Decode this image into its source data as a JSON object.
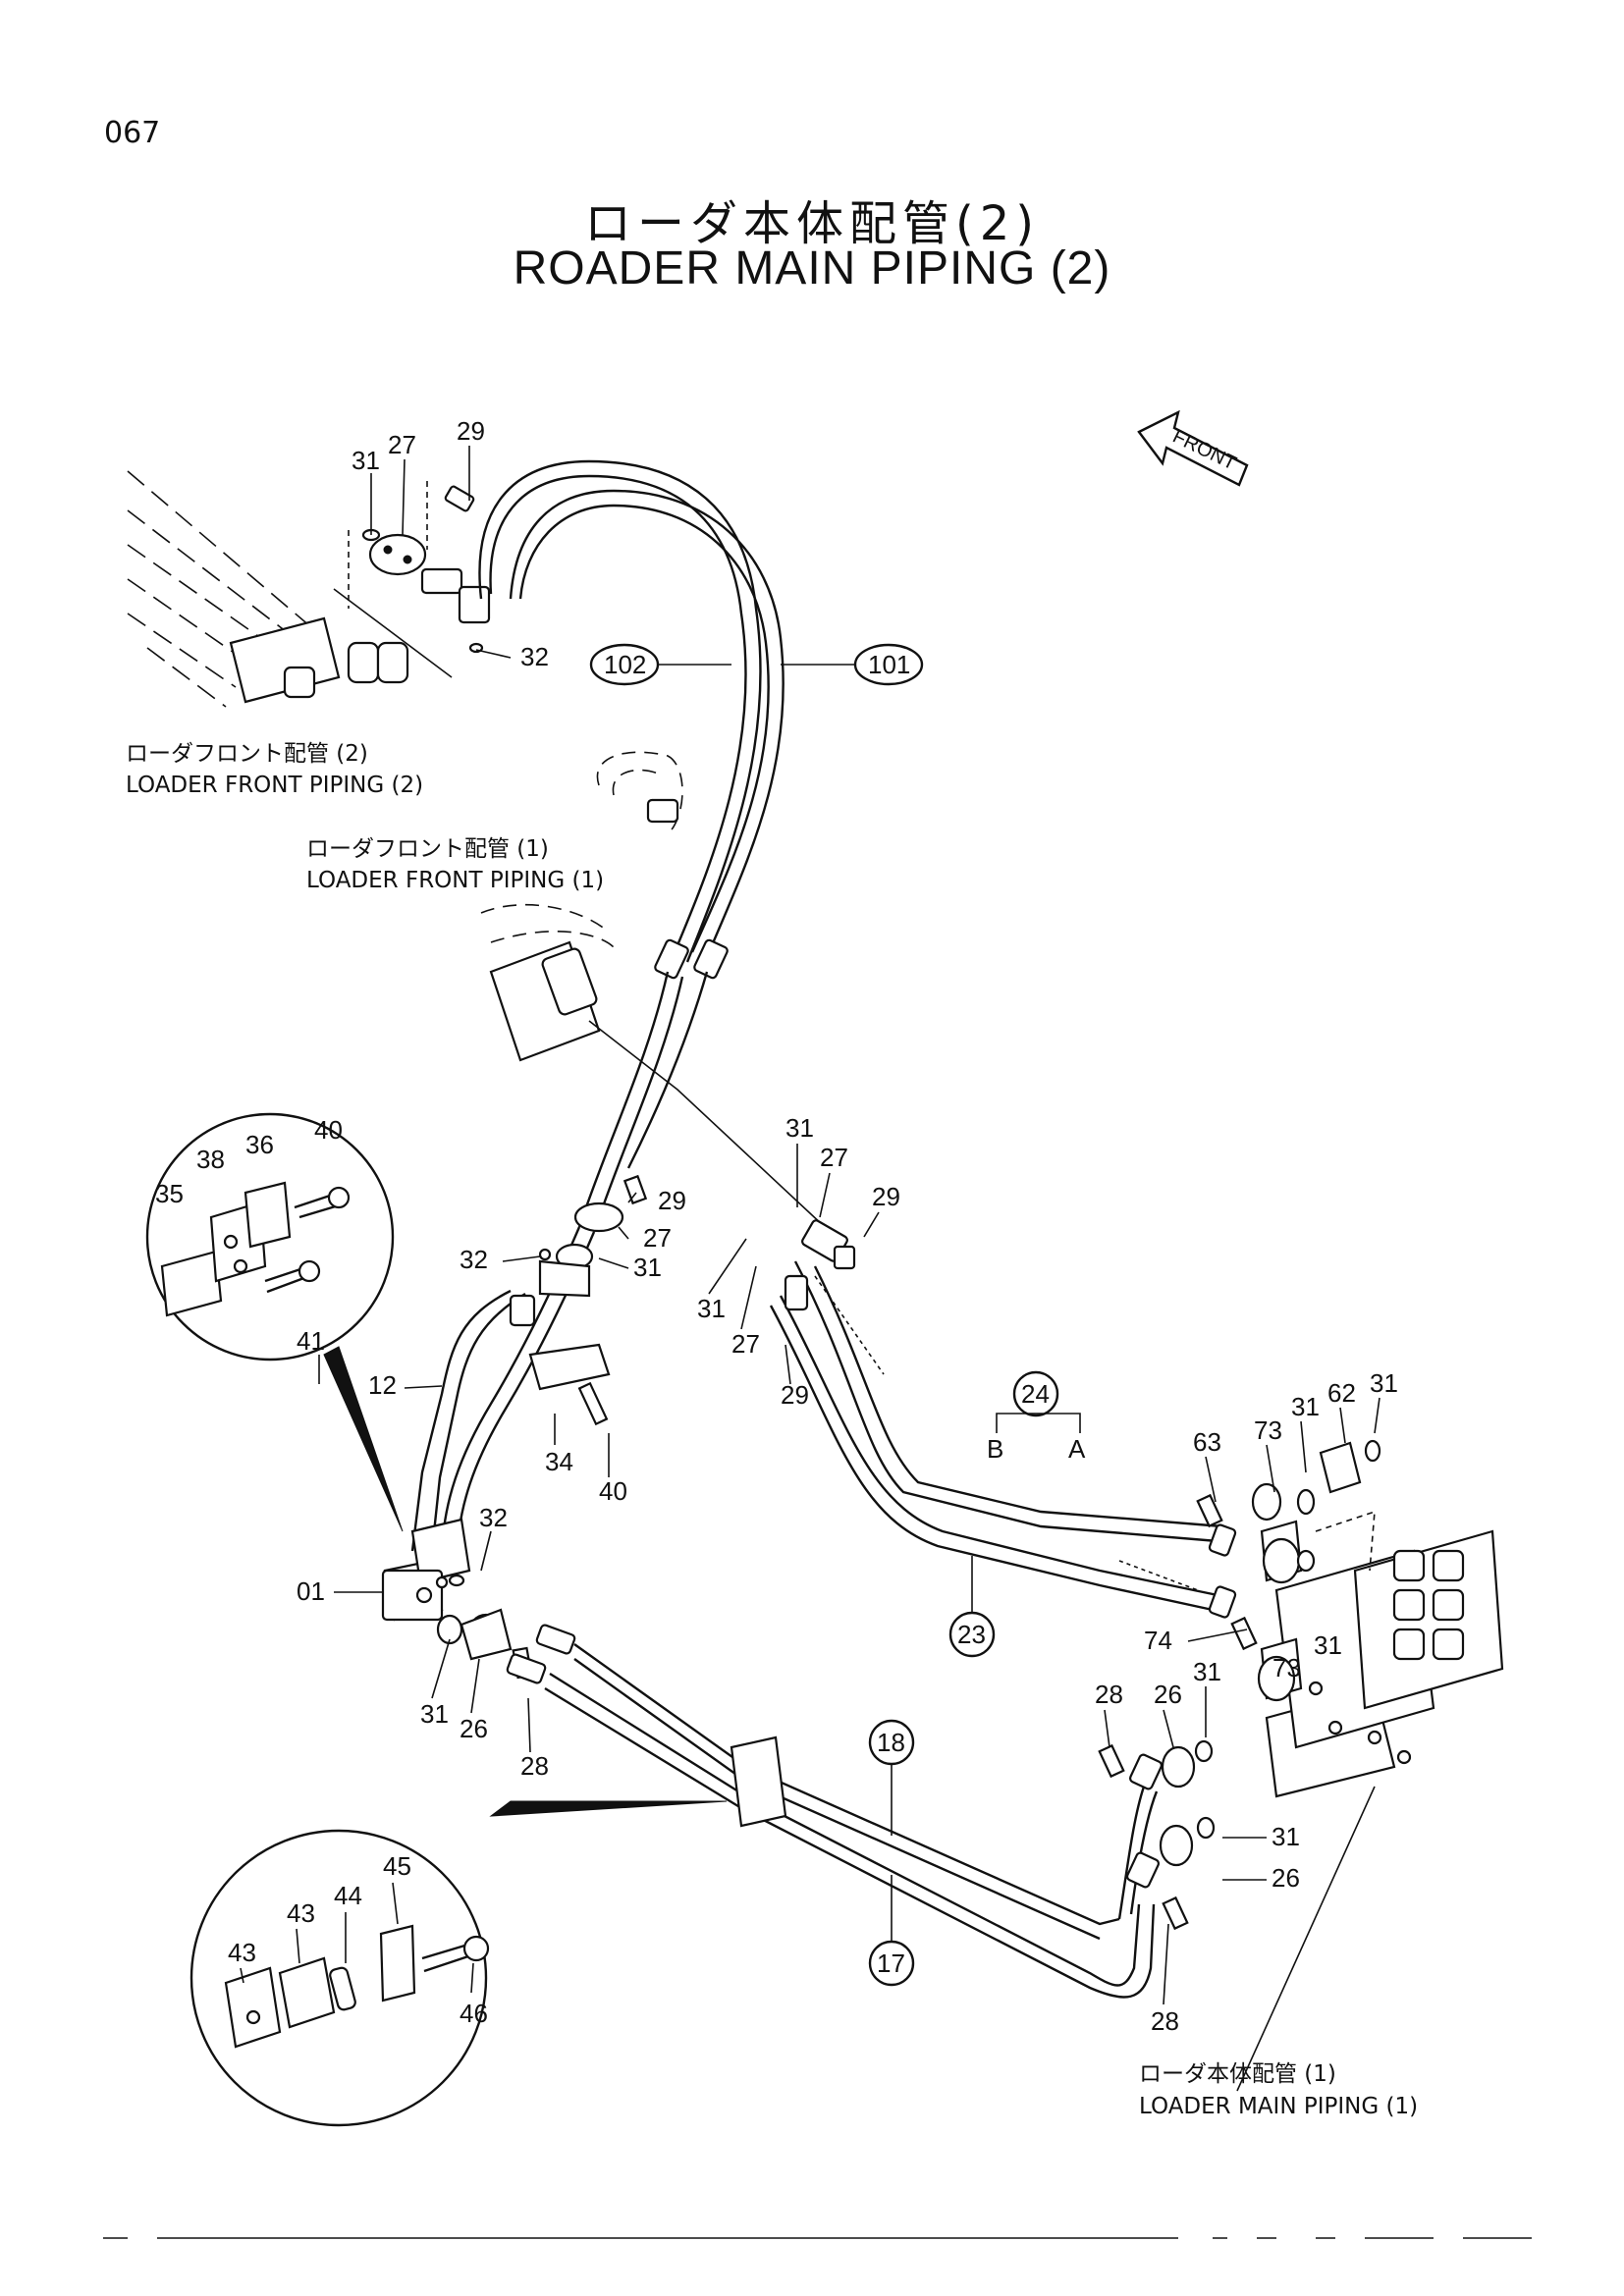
{
  "page_number": "067",
  "title_jp": "ローダ本体配管(2)",
  "title_en": "ROADER MAIN PIPING (2)",
  "front_marker": "FRONT",
  "callouts_plain": [
    {
      "id": "c31a",
      "text": "31"
    },
    {
      "id": "c27a",
      "text": "27"
    },
    {
      "id": "c29a",
      "text": "29"
    },
    {
      "id": "c32a",
      "text": "32"
    },
    {
      "id": "c40a",
      "text": "40"
    },
    {
      "id": "c36",
      "text": "36"
    },
    {
      "id": "c38",
      "text": "38"
    },
    {
      "id": "c35",
      "text": "35"
    },
    {
      "id": "c41",
      "text": "41"
    },
    {
      "id": "c29b",
      "text": "29"
    },
    {
      "id": "c27b",
      "text": "27"
    },
    {
      "id": "c31b",
      "text": "31"
    },
    {
      "id": "c32b",
      "text": "32"
    },
    {
      "id": "c31c",
      "text": "31"
    },
    {
      "id": "c27c",
      "text": "27"
    },
    {
      "id": "c29c",
      "text": "29"
    },
    {
      "id": "c31d",
      "text": "31"
    },
    {
      "id": "c27d",
      "text": "27"
    },
    {
      "id": "c29d",
      "text": "29"
    },
    {
      "id": "c12",
      "text": "12"
    },
    {
      "id": "c34",
      "text": "34"
    },
    {
      "id": "c40b",
      "text": "40"
    },
    {
      "id": "c32c",
      "text": "32"
    },
    {
      "id": "c01",
      "text": "01"
    },
    {
      "id": "c31e",
      "text": "31"
    },
    {
      "id": "c26a",
      "text": "26"
    },
    {
      "id": "c28a",
      "text": "28"
    },
    {
      "id": "cB",
      "text": "B"
    },
    {
      "id": "cA",
      "text": "A"
    },
    {
      "id": "c63",
      "text": "63"
    },
    {
      "id": "c73a",
      "text": "73"
    },
    {
      "id": "c31f",
      "text": "31"
    },
    {
      "id": "c62",
      "text": "62"
    },
    {
      "id": "c31g",
      "text": "31"
    },
    {
      "id": "c74",
      "text": "74"
    },
    {
      "id": "c31h",
      "text": "31"
    },
    {
      "id": "c73b",
      "text": "73"
    },
    {
      "id": "c31i",
      "text": "31"
    },
    {
      "id": "c28b",
      "text": "28"
    },
    {
      "id": "c26b",
      "text": "26"
    },
    {
      "id": "c31j",
      "text": "31"
    },
    {
      "id": "c26c",
      "text": "26"
    },
    {
      "id": "c28c",
      "text": "28"
    },
    {
      "id": "c45",
      "text": "45"
    },
    {
      "id": "c44",
      "text": "44"
    },
    {
      "id": "c43a",
      "text": "43"
    },
    {
      "id": "c43b",
      "text": "43"
    },
    {
      "id": "c46",
      "text": "46"
    }
  ],
  "callouts_circled": [
    {
      "id": "k102",
      "text": "102"
    },
    {
      "id": "k101",
      "text": "101"
    },
    {
      "id": "k24",
      "text": "24"
    },
    {
      "id": "k23",
      "text": "23"
    },
    {
      "id": "k18",
      "text": "18"
    },
    {
      "id": "k17",
      "text": "17"
    }
  ],
  "notes": {
    "loader_front_2_jp": "ローダフロント配管 (2)",
    "loader_front_2_en": "LOADER FRONT PIPING (2)",
    "loader_front_1_jp": "ローダフロント配管 (1)",
    "loader_front_1_en": "LOADER FRONT PIPING (1)",
    "loader_main_1_jp": "ローダ本体配管 (1)",
    "loader_main_1_en": "LOADER MAIN PIPING (1)"
  }
}
